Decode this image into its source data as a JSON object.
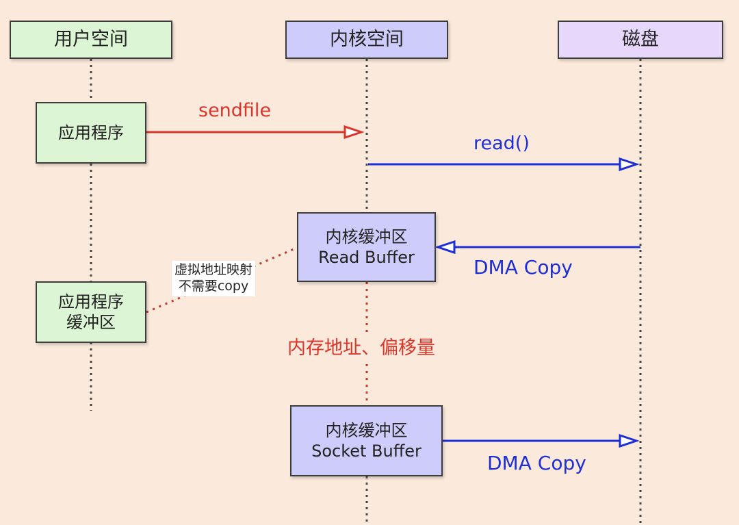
{
  "lanes": {
    "user_space": "用户空间",
    "kernel_space": "内核空间",
    "disk": "磁盘"
  },
  "boxes": {
    "app": "应用程序",
    "app_buffer": [
      "应用程序",
      "缓冲区"
    ],
    "read_buffer": [
      "内核缓冲区",
      "Read Buffer"
    ],
    "socket_buffer": [
      "内核缓冲区",
      "Socket Buffer"
    ]
  },
  "labels": {
    "sendfile": "sendfile",
    "read": "read()",
    "dma_copy_in": "DMA Copy",
    "dma_copy_out": "DMA Copy",
    "memory_offset": "内存地址、偏移量",
    "mmap_note": [
      "虚拟地址映射",
      "不需要copy"
    ]
  },
  "colors": {
    "background": "#fbe9dc",
    "user_lane": "#dcf5d5",
    "kernel_lane": "#cdccfb",
    "disk_lane": "#e6d7fb",
    "red": "#d9352b",
    "blue": "#1d2ed6"
  }
}
